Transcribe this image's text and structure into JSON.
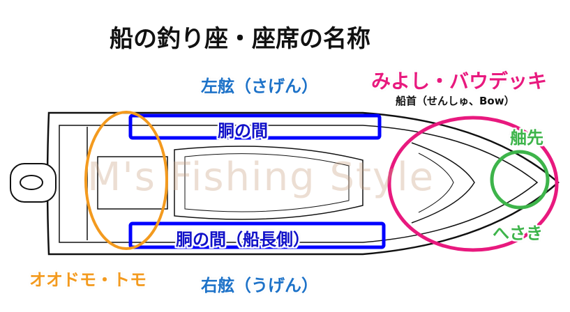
{
  "title": "船の釣り座・座席の名称",
  "labels": {
    "port": "左舷（さげん）",
    "starboard": "右舷（うげん）",
    "bow_main": "みよし・バウデッキ",
    "bow_sub": "船首（せんしゅ、Bow）",
    "midship_top": "胴の間",
    "midship_bottom": "胴の間（船長側）",
    "bow_tip_top": "舳先",
    "bow_tip_bottom": "へさき",
    "stern": "オオドモ・トモ"
  },
  "watermark": "M's Fishing Style",
  "colors": {
    "side_label": "#1d72c8",
    "midship_box": "#0000ff",
    "bow": "#e8197e",
    "stern": "#f39a1e",
    "bow_tip": "#3db44a"
  }
}
